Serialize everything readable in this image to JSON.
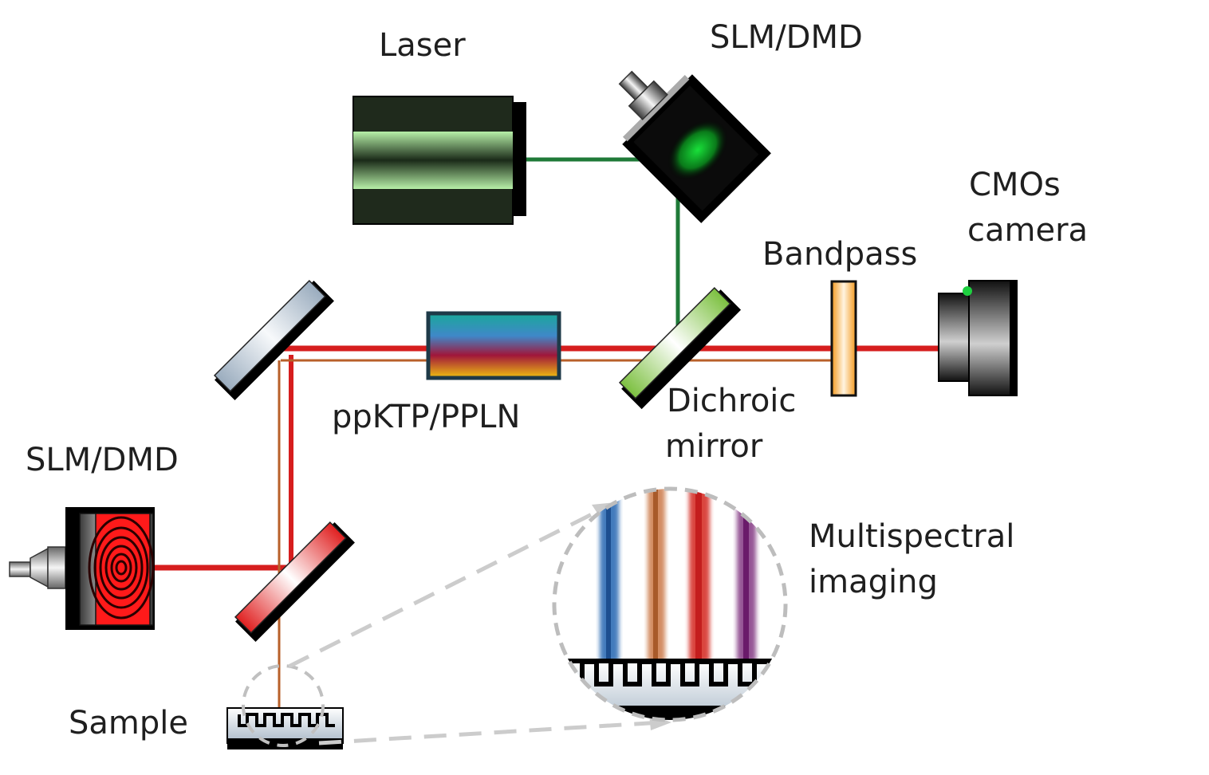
{
  "labels": {
    "laser": "Laser",
    "slm_top": "SLM/DMD",
    "cmos_line1": "CMOs",
    "cmos_line2": "camera",
    "bandpass": "Bandpass",
    "crystal": "ppKTP/PPLN",
    "dichroic_line1": "Dichroic",
    "dichroic_line2": "mirror",
    "slm_left": "SLM/DMD",
    "multispectral_line1": "Multispectral",
    "multispectral_line2": "imaging",
    "sample": "Sample"
  },
  "colors": {
    "pump_beam": "#2e9e48",
    "signal_beam": "#e53030",
    "idler_beam": "#c8703a",
    "laser_body": "#1f2a1c",
    "laser_stripe": "#8fe08f",
    "bandpass_filter": "#f5a332",
    "dichroic": "#8fd15a",
    "spectral_lines": [
      "#2f6db5",
      "#c8703a",
      "#d6302a",
      "#7a2a7a"
    ]
  },
  "icons": [
    "laser-source-icon",
    "slm-dmd-icon",
    "camera-icon",
    "mirror-icon",
    "crystal-icon",
    "bandpass-filter-icon",
    "dichroic-mirror-icon",
    "sample-grating-icon",
    "magnifier-inset-icon"
  ]
}
